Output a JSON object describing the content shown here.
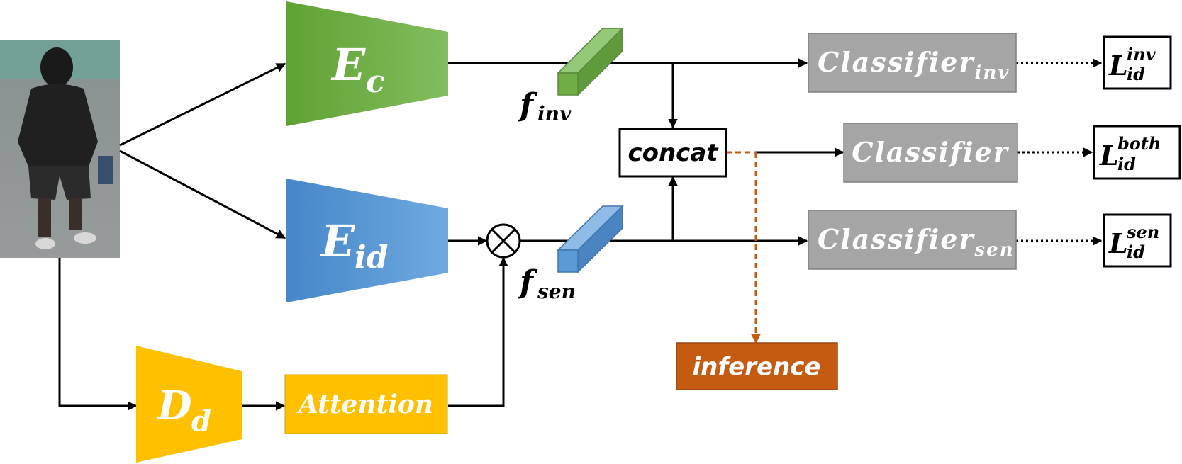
{
  "encoders": {
    "ec": {
      "main": "E",
      "sub": "c"
    },
    "eid": {
      "main": "E",
      "sub": "id"
    },
    "dd": {
      "main": "D",
      "sub": "d"
    }
  },
  "attention_label": "Attention",
  "features": {
    "inv": {
      "main": "f",
      "sub": "inv"
    },
    "sen": {
      "main": "f",
      "sub": "sen"
    }
  },
  "concat_label": "concat",
  "inference_label": "inference",
  "classifiers": {
    "inv": {
      "main": "Classifier",
      "sub": "inv"
    },
    "both": {
      "main": "Classifier",
      "sub": ""
    },
    "sen": {
      "main": "Classifier",
      "sub": "sen"
    }
  },
  "losses": {
    "inv": {
      "main": "L",
      "sup": "inv",
      "sub": "id"
    },
    "both": {
      "main": "L",
      "sup": "both",
      "sub": "id"
    },
    "sen": {
      "main": "L",
      "sup": "sen",
      "sub": "id"
    }
  },
  "colors": {
    "green": "#70ad47",
    "blue": "#5b9bd5",
    "yellow": "#ffc000",
    "gray": "#a5a5a5",
    "orange": "#c55a11"
  },
  "icons": {
    "multiply": "circle-times-icon",
    "person": "person-photo"
  }
}
